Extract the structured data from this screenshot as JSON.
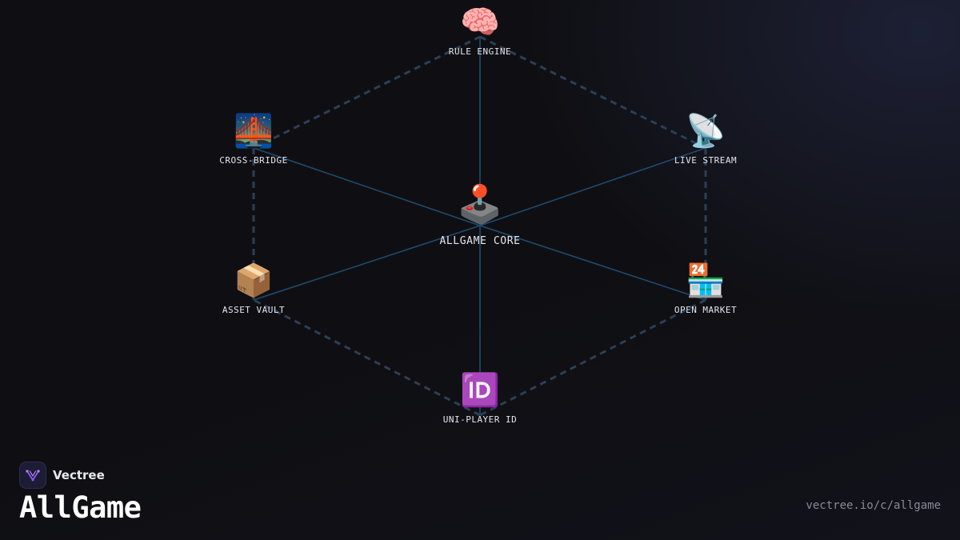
{
  "diagram": {
    "center": {
      "icon": "🕹️",
      "icon_name": "joystick-icon",
      "label": "ALLGAME CORE"
    },
    "nodes": [
      {
        "id": "rule-engine",
        "icon": "🧠",
        "icon_name": "brain-icon",
        "label": "RULE ENGINE"
      },
      {
        "id": "live-stream",
        "icon": "📡",
        "icon_name": "satellite-dish-icon",
        "label": "LIVE STREAM"
      },
      {
        "id": "open-market",
        "icon": "🏪",
        "icon_name": "store-icon",
        "label": "OPEN MARKET"
      },
      {
        "id": "uni-player-id",
        "icon": "🆔",
        "icon_name": "id-icon",
        "label": "UNI-PLAYER ID"
      },
      {
        "id": "asset-vault",
        "icon": "📦",
        "icon_name": "package-icon",
        "label": "ASSET VAULT"
      },
      {
        "id": "cross-bridge",
        "icon": "🌉",
        "icon_name": "bridge-icon",
        "label": "CROSS-BRIDGE"
      }
    ],
    "colors": {
      "spoke_line": "#1f4a6e",
      "ring_line": "#2c3f55"
    }
  },
  "brand": {
    "name": "Vectree",
    "logo_icon": "vectree-logo-icon",
    "app_title": "AllGame",
    "url": "vectree.io/c/allgame",
    "accent": "#8b5cf6"
  },
  "background": "#0f0f13"
}
